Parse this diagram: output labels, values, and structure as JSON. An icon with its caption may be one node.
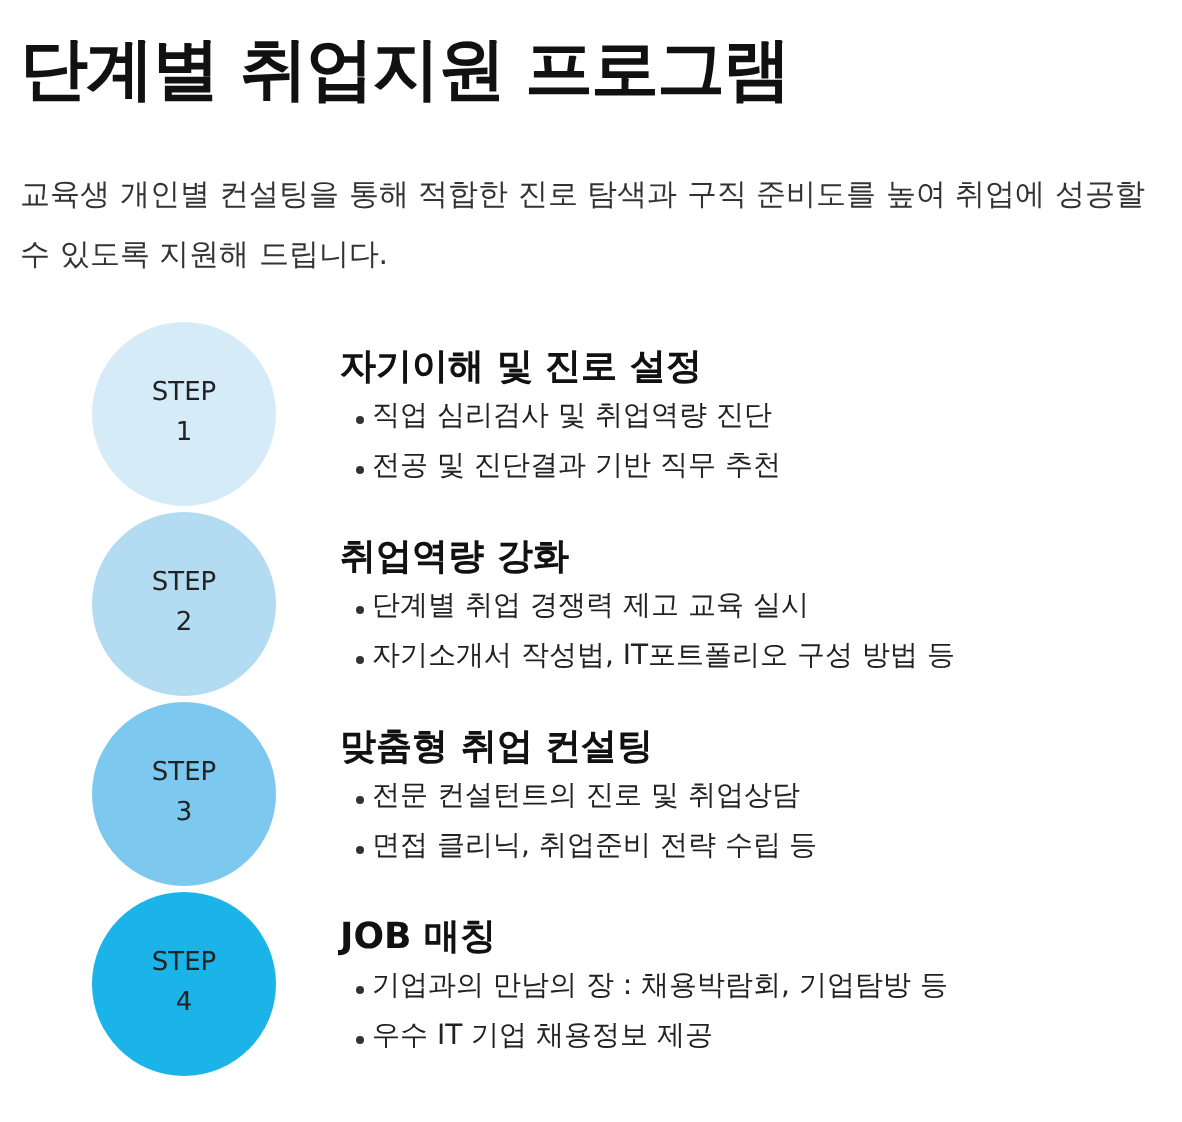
{
  "diagram": {
    "title": "단계별 취업지원 프로그램",
    "caption": "교육생 개인별 컨설팅을 통해 적합한 진로 탐색과 구직 준비도를 높여 취업에 성공할 수 있도록 지원해 드립니다.",
    "nodes": [
      {
        "text": [
          "STEP 1"
        ],
        "beside": [
          "자기이해 및 진로 설정",
          "직업 심리검사 및 취업역량 진단",
          "전공 및 진단결과 기반 직무 추천"
        ]
      },
      {
        "text": [
          "STEP 2"
        ],
        "beside": [
          "취업역량 강화",
          "단계별 취업 경쟁력 제고 교육 실시",
          "자기소개서 작성법, IT포트폴리오 구성 방법 등"
        ]
      },
      {
        "text": [
          "STEP 3"
        ],
        "beside": [
          "맞춤형 취업 컨설팅",
          "전문 컨설턴트의 진로 및 취업상담",
          "면접 클리닉, 취업준비 전략 수립 등"
        ]
      },
      {
        "text": [
          "STEP 4"
        ],
        "beside": [
          "JOB 매칭",
          "기업과의 만남의 장 : 채용박람회, 기업탐방 등",
          "우수 IT 기업 채용정보 제공"
        ]
      }
    ]
  }
}
